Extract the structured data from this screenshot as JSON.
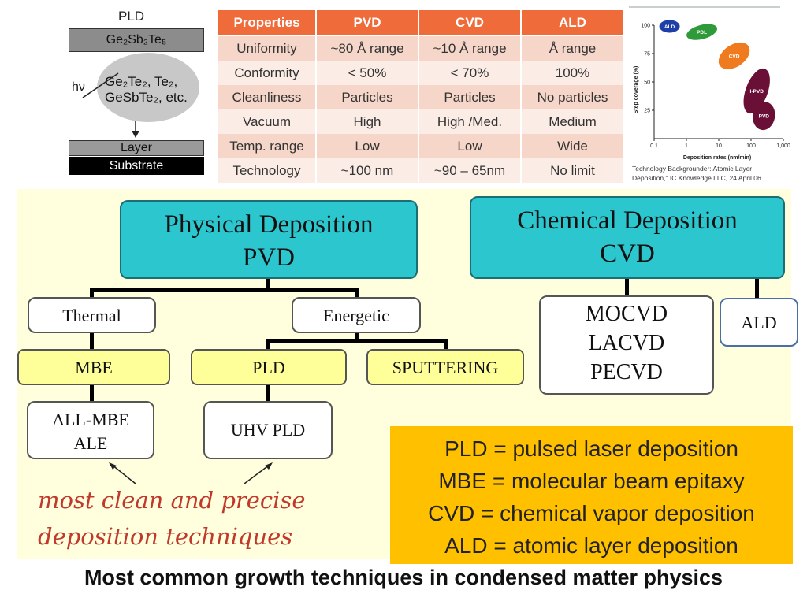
{
  "pld_diagram": {
    "title": "PLD",
    "target": "Ge₂Sb₂Te₅",
    "plume_line1": "Ge₂Te₂, Te₂,",
    "plume_line2": "GeSbTe₂, etc.",
    "hv": "hν",
    "layer": "Layer",
    "substrate": "Substrate"
  },
  "table": {
    "headers": [
      "Properties",
      "PVD",
      "CVD",
      "ALD"
    ],
    "rows": [
      [
        "Uniformity",
        "~80 Å range",
        "~10 Å range",
        "Å range"
      ],
      [
        "Conformity",
        "< 50%",
        "< 70%",
        "100%"
      ],
      [
        "Cleanliness",
        "Particles",
        "Particles",
        "No particles"
      ],
      [
        "Vacuum",
        "High",
        "High /Med.",
        "Medium"
      ],
      [
        "Temp. range",
        "Low",
        "Low",
        "Wide"
      ],
      [
        "Technology",
        "~100 nm",
        "~90 – 65nm",
        "No limit"
      ]
    ]
  },
  "chart_data": {
    "type": "scatter",
    "xlabel": "Deposition rates (nm/min)",
    "ylabel": "Step coverage (%)",
    "x_scale": "log",
    "x_ticks": [
      "0.1",
      "1",
      "10",
      "100",
      "1,000"
    ],
    "y_ticks": [
      "25",
      "50",
      "75",
      "100"
    ],
    "xlim": [
      0.1,
      1000
    ],
    "ylim": [
      0,
      100
    ],
    "regions": [
      {
        "name": "ALD",
        "x": 0.3,
        "y": 99,
        "color": "#1f3fa8"
      },
      {
        "name": "PDL",
        "x": 3,
        "y": 94,
        "color": "#2e9a3a"
      },
      {
        "name": "CVD",
        "x": 30,
        "y": 73,
        "color": "#f07b1e"
      },
      {
        "name": "I-PVD",
        "x": 150,
        "y": 42,
        "color": "#6a0f36"
      },
      {
        "name": "PVD",
        "x": 250,
        "y": 20,
        "color": "#6a0f36"
      }
    ],
    "caption_line1": "Technology Backgrounder: Atomic Layer",
    "caption_line2": "Deposition,\" IC Knowledge LLC, 24 April 06."
  },
  "tree": {
    "pvd_line1": "Physical Deposition",
    "pvd_line2": "PVD",
    "cvd_line1": "Chemical Deposition",
    "cvd_line2": "CVD",
    "thermal": "Thermal",
    "energetic": "Energetic",
    "mbe": "MBE",
    "pld": "PLD",
    "sputtering": "SPUTTERING",
    "allmbe_line1": "ALL-MBE",
    "allmbe_line2": "ALE",
    "uhvpld": "UHV PLD",
    "cvd_list": [
      "MOCVD",
      "LACVD",
      "PECVD"
    ],
    "ald": "ALD"
  },
  "note": {
    "line1": "most clean and precise",
    "line2": "deposition techniques"
  },
  "legend": [
    "PLD = pulsed laser deposition",
    "MBE = molecular beam epitaxy",
    "CVD = chemical vapor deposition",
    "ALD = atomic layer deposition"
  ],
  "caption": "Most common growth techniques in condensed matter physics"
}
